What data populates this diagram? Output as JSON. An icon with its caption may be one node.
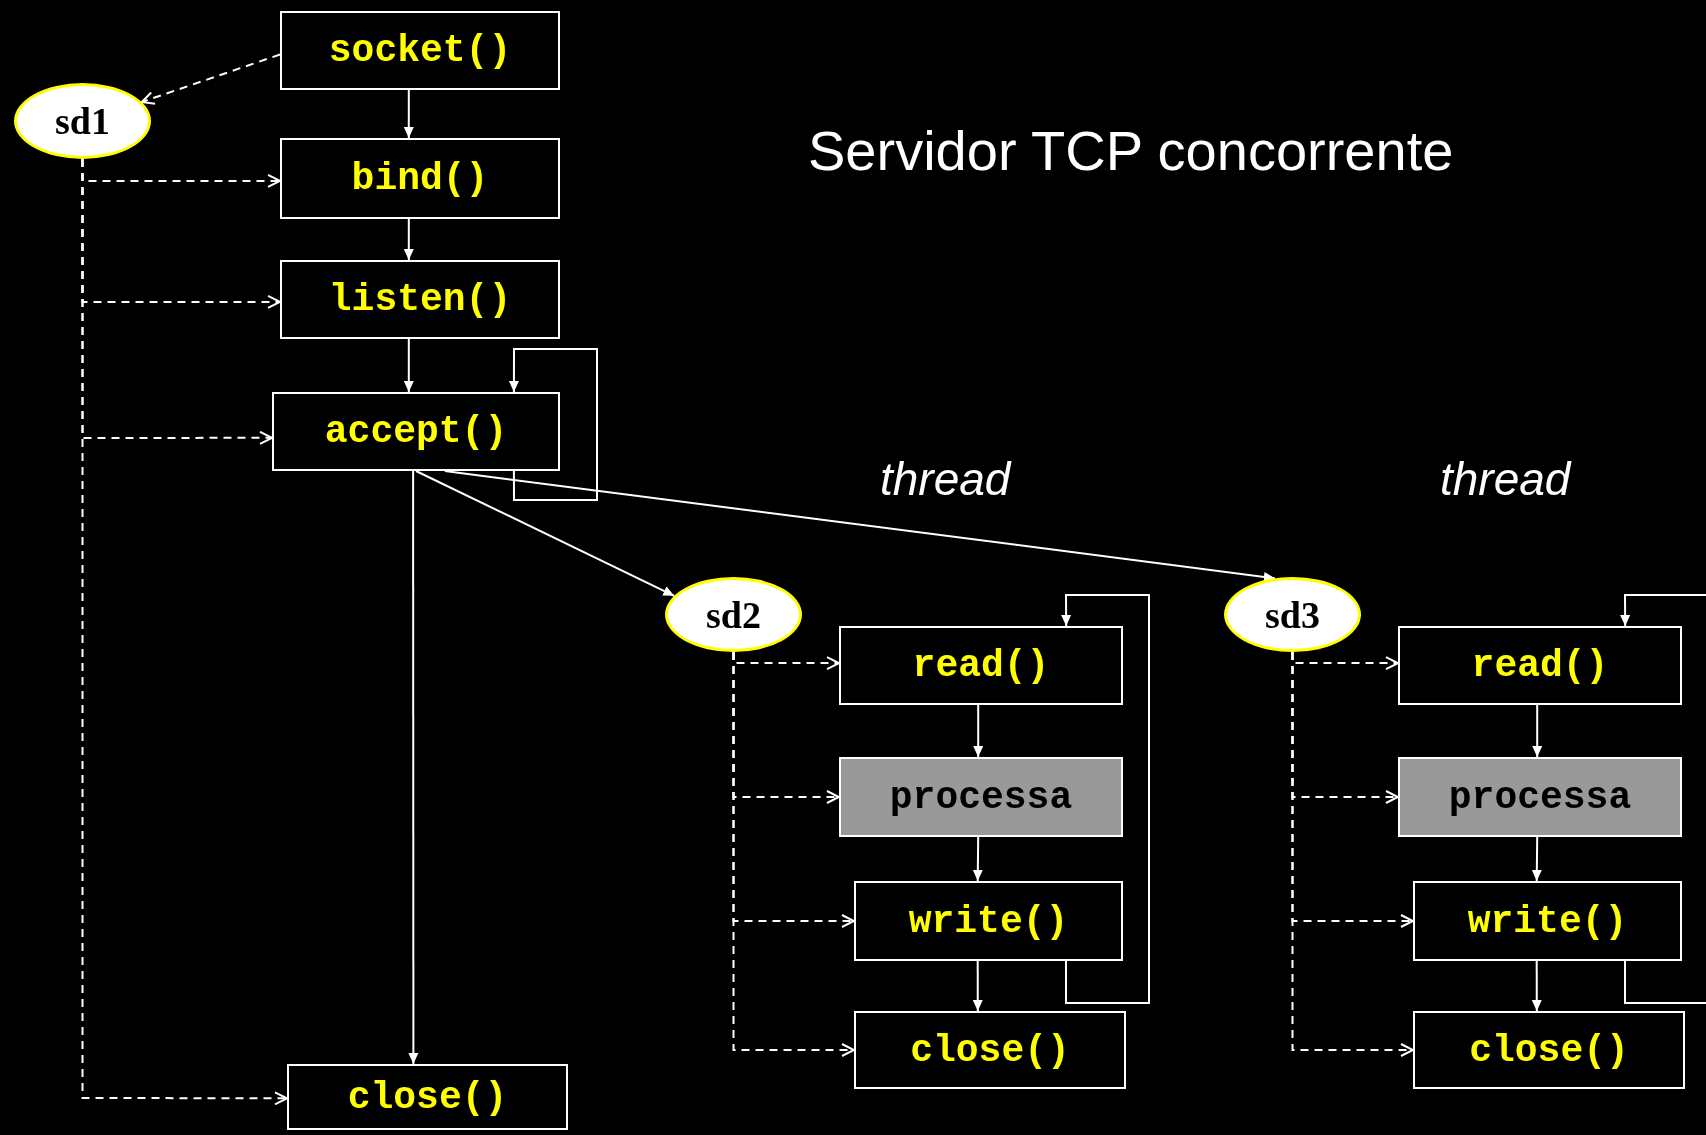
{
  "diagram": {
    "title": "Servidor TCP concorrente",
    "nodes": [
      {
        "text": [
          "socket()"
        ]
      },
      {
        "text": [
          "sd1"
        ]
      },
      {
        "text": [
          "bind()"
        ]
      },
      {
        "text": [
          "listen()"
        ]
      },
      {
        "text": [
          "accept()"
        ]
      },
      {
        "text": [
          "close()"
        ]
      },
      {
        "text": [
          "sd2"
        ]
      },
      {
        "text": [
          "read()"
        ]
      },
      {
        "text": [
          "processa"
        ]
      },
      {
        "text": [
          "write()"
        ]
      },
      {
        "text": [
          "close()"
        ]
      },
      {
        "text": [
          "sd3"
        ]
      },
      {
        "text": [
          "read()"
        ]
      },
      {
        "text": [
          "processa"
        ]
      },
      {
        "text": [
          "write()"
        ]
      },
      {
        "text": [
          "close()"
        ]
      }
    ],
    "edges": [
      {
        "from": 0,
        "to": 1,
        "arrow": "to",
        "style": "dashed"
      },
      {
        "from": 1,
        "to": 2,
        "arrow": "to",
        "style": "dashed"
      },
      {
        "from": 1,
        "to": 3,
        "arrow": "to",
        "style": "dashed"
      },
      {
        "from": 1,
        "to": 4,
        "arrow": "to",
        "style": "dashed"
      },
      {
        "from": 1,
        "to": 5,
        "arrow": "to",
        "style": "dashed"
      },
      {
        "from": 0,
        "to": 2,
        "arrow": "to"
      },
      {
        "from": 2,
        "to": 3,
        "arrow": "to"
      },
      {
        "from": 3,
        "to": 4,
        "arrow": "to"
      },
      {
        "from": 4,
        "to": 4,
        "arrow": "to"
      },
      {
        "from": 4,
        "to": 5,
        "arrow": "to"
      },
      {
        "from": 4,
        "to": 6,
        "arrow": "to"
      },
      {
        "from": 4,
        "to": 11,
        "arrow": "to"
      },
      {
        "from": 6,
        "to": 7,
        "arrow": "to",
        "style": "dashed"
      },
      {
        "from": 6,
        "to": 8,
        "arrow": "to",
        "style": "dashed"
      },
      {
        "from": 6,
        "to": 9,
        "arrow": "to",
        "style": "dashed"
      },
      {
        "from": 6,
        "to": 10,
        "arrow": "to",
        "style": "dashed"
      },
      {
        "from": 7,
        "to": 8,
        "arrow": "to"
      },
      {
        "from": 8,
        "to": 9,
        "arrow": "to"
      },
      {
        "from": 9,
        "to": 10,
        "arrow": "to"
      },
      {
        "from": 9,
        "to": 7,
        "arrow": "to"
      },
      {
        "from": 11,
        "to": 12,
        "arrow": "to",
        "style": "dashed"
      },
      {
        "from": 11,
        "to": 13,
        "arrow": "to",
        "style": "dashed"
      },
      {
        "from": 11,
        "to": 14,
        "arrow": "to",
        "style": "dashed"
      },
      {
        "from": 11,
        "to": 15,
        "arrow": "to",
        "style": "dashed"
      },
      {
        "from": 12,
        "to": 13,
        "arrow": "to"
      },
      {
        "from": 13,
        "to": 14,
        "arrow": "to"
      },
      {
        "from": 14,
        "to": 15,
        "arrow": "to"
      },
      {
        "from": 14,
        "to": 12,
        "arrow": "to"
      }
    ],
    "labels": [
      "thread",
      "thread"
    ]
  }
}
